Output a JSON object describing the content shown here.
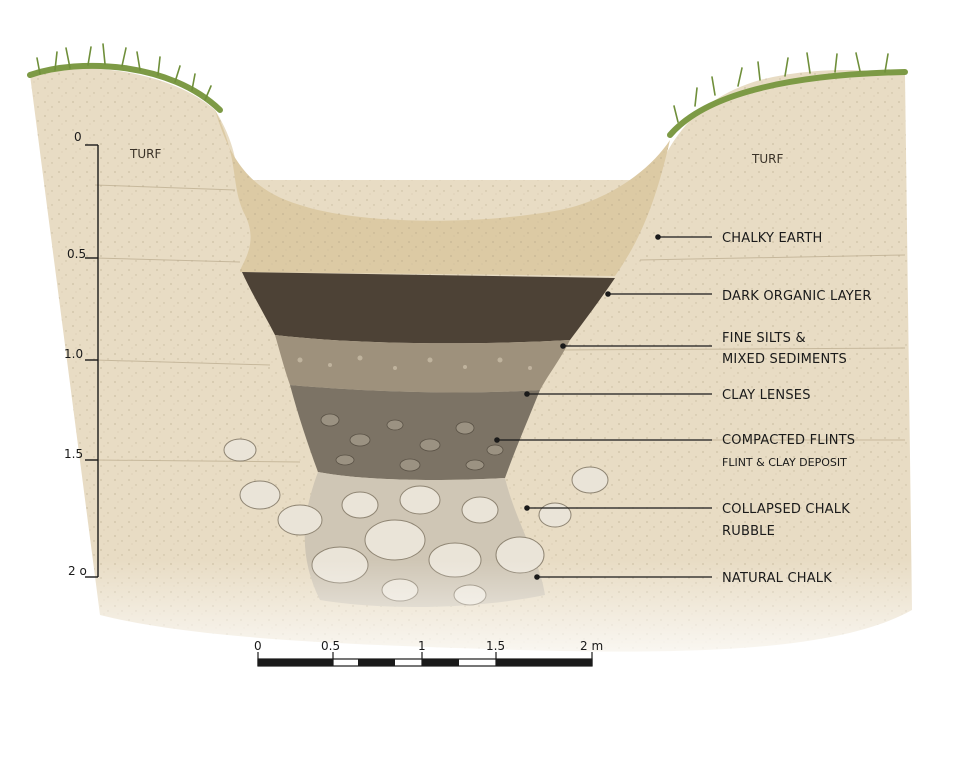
{
  "turf_labels": {
    "left": "TURF",
    "right": "TURF"
  },
  "layers": [
    {
      "id": "chalky-earth",
      "label": "CHALKY EARTH",
      "sub": ""
    },
    {
      "id": "dark-organic",
      "label": "DARK ORGANIC LAYER",
      "sub": ""
    },
    {
      "id": "fine-silts",
      "label": "FINE SILTS &",
      "label2": "MIXED SEDIMENTS",
      "sub": ""
    },
    {
      "id": "clay-lenses",
      "label": "CLAY LENSES",
      "sub": ""
    },
    {
      "id": "compacted-flints",
      "label": "COMPACTED FLINTS",
      "sub": "FLINT & CLAY DEPOSIT"
    },
    {
      "id": "collapsed-chalk",
      "label": "COLLAPSED CHALK",
      "label2": "RUBBLE",
      "sub": ""
    },
    {
      "id": "natural-chalk",
      "label": "NATURAL CHALK",
      "sub": ""
    }
  ],
  "depth_scale": {
    "ticks": [
      "0",
      "0.5",
      "1.0",
      "1.5",
      "2 o"
    ]
  },
  "horizontal_scale": {
    "ticks": [
      "0",
      "0.5",
      "1",
      "1.5",
      "2 m"
    ]
  },
  "colors": {
    "grass": "#6f8f3a",
    "chalk": "#e8dcc4",
    "chalky_earth": "#ddcba6",
    "dark_organic": "#4d4236",
    "silts": "#9e917c",
    "flints": "#7c7365",
    "rubble": "#d9d1c2",
    "leader": "#1a1a1a"
  }
}
